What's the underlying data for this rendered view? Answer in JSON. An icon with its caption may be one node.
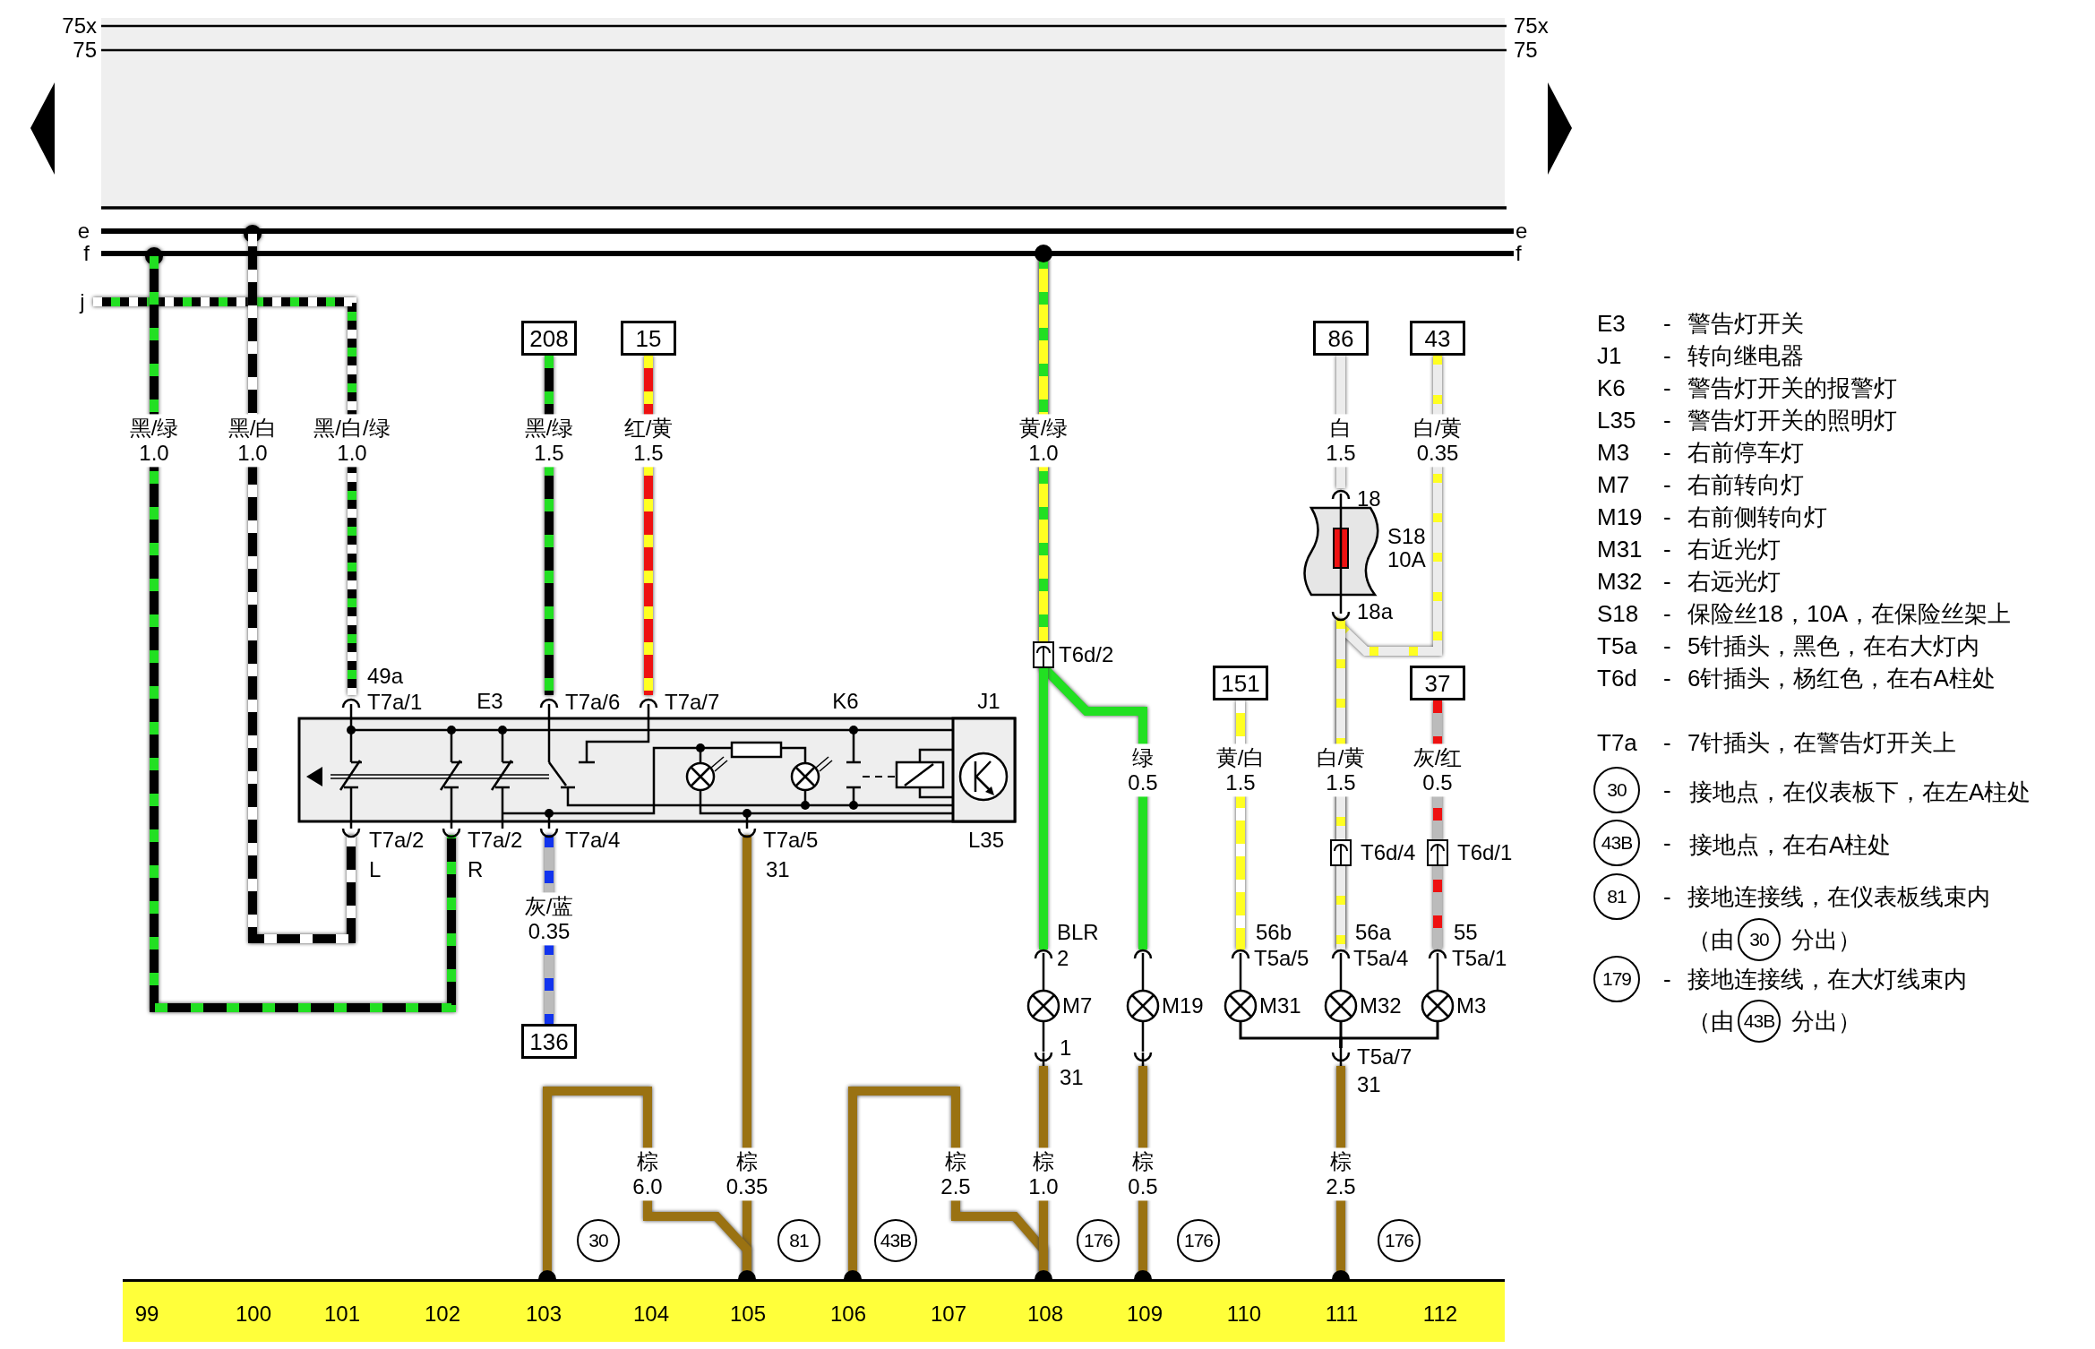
{
  "diagram": {
    "nodes": [
      {
        "text": [],
        "shape": "bar"
      },
      {
        "text": [],
        "shape": "bar"
      },
      {
        "text": [
          "j"
        ]
      },
      {
        "text": [
          "208"
        ]
      },
      {
        "text": [
          "15"
        ]
      },
      {
        "text": [
          "86"
        ]
      },
      {
        "text": [
          "43"
        ]
      },
      {
        "text": [
          "S18 10A"
        ],
        "beside": [
          "18",
          "18a"
        ]
      },
      {
        "text": [
          "E3",
          "K6",
          "J1",
          "L35"
        ]
      },
      {
        "text": [
          "151"
        ]
      },
      {
        "text": [
          "37"
        ]
      },
      {
        "text": [],
        "shape": "circle",
        "beside": [
          "M7"
        ]
      },
      {
        "text": [],
        "shape": "circle",
        "beside": [
          "M19"
        ]
      },
      {
        "text": [],
        "shape": "circle",
        "beside": [
          "M31"
        ]
      },
      {
        "text": [],
        "shape": "circle",
        "beside": [
          "M32"
        ]
      },
      {
        "text": [],
        "shape": "circle",
        "beside": [
          "M3"
        ]
      },
      {
        "text": [],
        "shape": "arc",
        "beside": [
          "T5a/7",
          "31"
        ]
      },
      {
        "text": [
          "136"
        ]
      },
      {
        "text": [
          "30"
        ]
      },
      {
        "text": [
          "81"
        ]
      },
      {
        "text": [
          "43B"
        ]
      },
      {
        "text": [
          "176"
        ]
      },
      {
        "text": [
          "176"
        ]
      },
      {
        "text": [
          "176"
        ]
      },
      {
        "text": [
          "99",
          "100",
          "101",
          "102",
          "103",
          "104",
          "105",
          "106",
          "107",
          "108",
          "109",
          "110",
          "111",
          "112"
        ]
      },
      {
        "text": [
          "30"
        ],
        "beside": [
          "接地点，在仪表板下，在左A柱处"
        ]
      },
      {
        "text": [
          "43B"
        ],
        "beside": [
          "接地点，在右A柱处"
        ]
      },
      {
        "text": [
          "81"
        ]
      },
      {
        "text": [
          "30"
        ]
      },
      {
        "text": [
          "179"
        ]
      },
      {
        "text": [
          "43B"
        ]
      }
    ],
    "edges": [
      {
        "from": 1,
        "to": 8,
        "arrow": "other",
        "label": "黑/绿 1.0",
        "color": "#000000"
      },
      {
        "from": 0,
        "to": 8,
        "arrow": "other",
        "label": "黑/白 1.0",
        "color": "#000000"
      },
      {
        "from": 2,
        "to": 8,
        "arrow": "none",
        "label": "黑/白/绿 1.0",
        "color": "#000000"
      },
      {
        "from": 3,
        "to": 8,
        "arrow": "none",
        "label": "黑/绿 1.5",
        "color": "#000000"
      },
      {
        "from": 4,
        "to": 8,
        "arrow": "none",
        "label": "红/黄 1.5",
        "color": "#ee1111"
      },
      {
        "from": 8,
        "to": 17,
        "arrow": "none",
        "label": "灰/蓝 0.35",
        "color": "#bbbbbb"
      },
      {
        "from": 8,
        "to": 24,
        "arrow": "none",
        "label": "棕 0.35",
        "color": "#9a7212"
      },
      {
        "from": 24,
        "to": 24,
        "arrow": "none",
        "label": "棕 6.0",
        "color": "#9a7212"
      },
      {
        "from": 24,
        "to": 24,
        "arrow": "none",
        "label": "棕 2.5",
        "color": "#9a7212"
      },
      {
        "from": 1,
        "to": 11,
        "arrow": "none",
        "label": "黄/绿 1.0",
        "color": "#ffff22"
      },
      {
        "from": 1,
        "to": 12,
        "arrow": "none",
        "label": "绿 0.5",
        "color": "#22e022"
      },
      {
        "from": 11,
        "to": 24,
        "arrow": "none",
        "label": "棕 1.0",
        "color": "#9a7212"
      },
      {
        "from": 12,
        "to": 24,
        "arrow": "none",
        "label": "棕 0.5",
        "color": "#9a7212"
      },
      {
        "from": 5,
        "to": 7,
        "arrow": "none",
        "label": "白 1.5",
        "color": "#ececec"
      },
      {
        "from": 7,
        "to": 14,
        "arrow": "none",
        "label": "白/黄 1.5",
        "color": "#ececec"
      },
      {
        "from": 6,
        "to": 14,
        "arrow": "none",
        "label": "白/黄 0.35",
        "color": "#ececec"
      },
      {
        "from": 9,
        "to": 13,
        "arrow": "none",
        "label": "黄/白 1.5",
        "color": "#ffff22"
      },
      {
        "from": 10,
        "to": 15,
        "arrow": "none",
        "label": "灰/红 0.5",
        "color": "#bbbbbb"
      },
      {
        "from": 13,
        "to": 16,
        "arrow": "none",
        "color": "#000000"
      },
      {
        "from": 14,
        "to": 16,
        "arrow": "none",
        "color": "#000000"
      },
      {
        "from": 15,
        "to": 16,
        "arrow": "none",
        "color": "#000000"
      },
      {
        "from": 16,
        "to": 24,
        "arrow": "none",
        "label": "棕 2.5",
        "color": "#9a7212"
      }
    ],
    "labels": [
      "75x",
      "75x",
      "75",
      "75",
      "e",
      "e",
      "f",
      "f",
      "49a",
      "T7a/1",
      "T7a/6",
      "T7a/7",
      "T6d/2",
      "T7a/2",
      "T7a/2",
      "T7a/4",
      "T7a/5",
      "L",
      "R",
      "31",
      "T6d/4",
      "T6d/1",
      "BLR",
      "56b",
      "56a",
      "55",
      "2",
      "T5a/5",
      "T5a/4",
      "T5a/1",
      "1",
      "31",
      "E3",
      "-",
      "警告灯开关",
      "J1",
      "-",
      "转向继电器",
      "K6",
      "-",
      "警告灯开关的报警灯",
      "L35",
      "-",
      "警告灯开关的照明灯",
      "M3",
      "-",
      "右前停车灯",
      "M7",
      "-",
      "右前转向灯",
      "M19",
      "-",
      "右前侧转向灯",
      "M31",
      "-",
      "右近光灯",
      "M32",
      "-",
      "右远光灯",
      "S18",
      "-",
      "保险丝18，10A，在保险丝架上",
      "T5a",
      "-",
      "5针插头，黑色，在右大灯内",
      "T6d",
      "-",
      "6针插头，杨红色，在右A柱处",
      "T7a",
      "-",
      "7针插头，在警告灯开关上",
      "-",
      "-",
      "-",
      "接地连接线，在仪表板线束内",
      "（由",
      "分出）",
      "-",
      "接地连接线，在大灯线束内",
      "（由",
      "分出）"
    ]
  }
}
